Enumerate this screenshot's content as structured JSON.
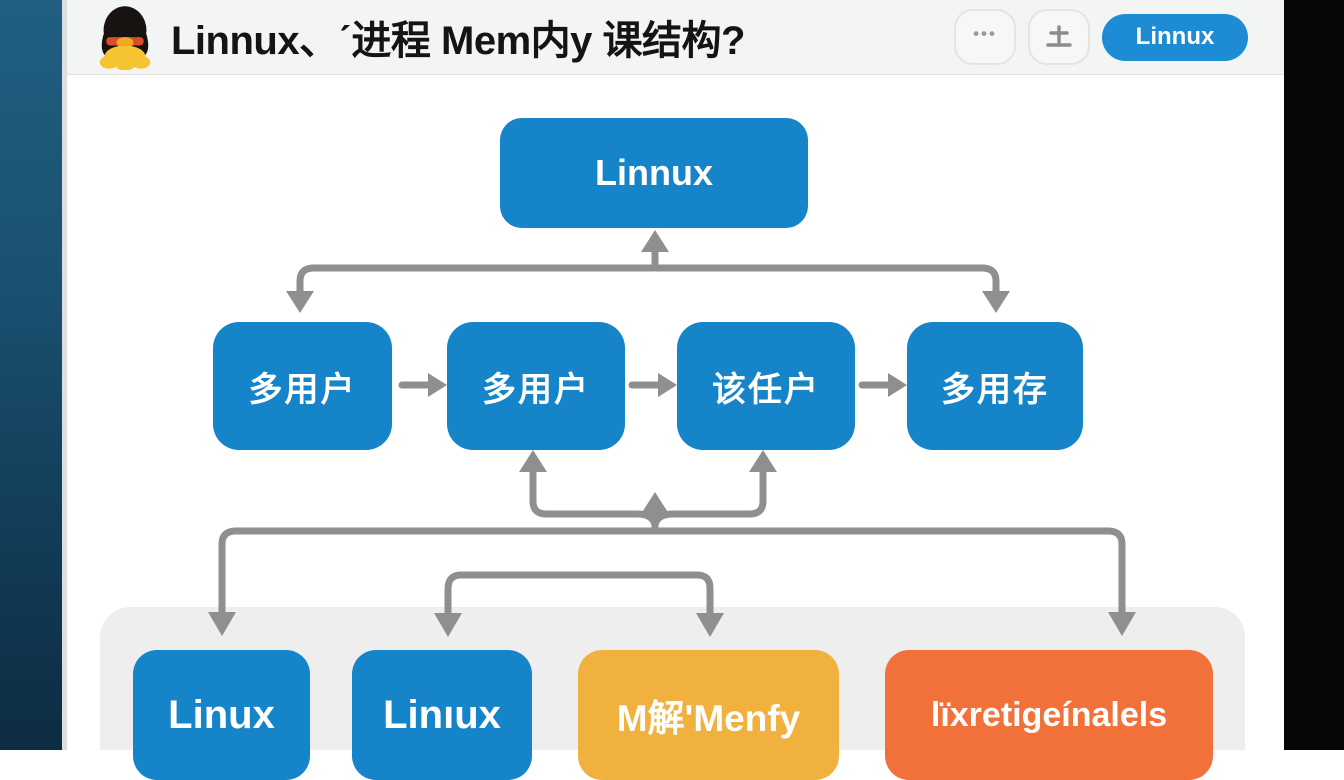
{
  "header": {
    "logo_icon": "tux-penguin-icon",
    "title": "Linnux、ˊ进程 Mem内y 课结构?",
    "more_button_label": "•••",
    "share_icon": "shi-glyph-upload-icon",
    "action_button_label": "Linnux"
  },
  "diagram": {
    "root": {
      "label": "Linnux"
    },
    "row2": [
      {
        "label": "多用户"
      },
      {
        "label": "多用户"
      },
      {
        "label": "该任户"
      },
      {
        "label": "多用存"
      }
    ],
    "row3": [
      {
        "label": "Linux",
        "color": "#1684c8"
      },
      {
        "label": "Linıux",
        "color": "#1684c8"
      },
      {
        "label": "M解'Menfy",
        "color": "#f1b13f"
      },
      {
        "label": "lïxretigeínalels",
        "color": "#f2703a"
      }
    ]
  },
  "colors": {
    "box_blue": "#1684c8",
    "box_yellow": "#f1b13f",
    "box_orange": "#f2703a",
    "pill_blue": "#1e8cd4",
    "arrow_gray": "#8f8f8f",
    "header_bg": "#f3f4f4",
    "panel_gray": "#eeeeef",
    "sidebar_top": "#215f80",
    "sidebar_bottom": "#0d2c42",
    "right_strip": "#060606"
  }
}
